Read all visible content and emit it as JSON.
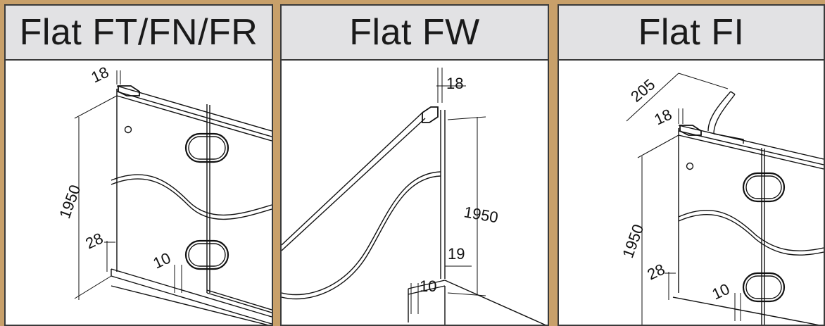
{
  "panels": [
    {
      "title": "Flat FT/FN/FR",
      "dims": {
        "top": "18",
        "height": "1950",
        "bottom": "28",
        "gap": "10"
      }
    },
    {
      "title": "Flat FW",
      "dims": {
        "top": "18",
        "height": "1950",
        "side": "19",
        "gap": "10"
      }
    },
    {
      "title": "Flat FI",
      "dims": {
        "swing": "205",
        "top": "18",
        "height": "1950",
        "bottom": "28",
        "gap": "10"
      }
    }
  ],
  "colors": {
    "frame": "#c8a06a",
    "header": "#e2e2e4",
    "line": "#111111"
  }
}
